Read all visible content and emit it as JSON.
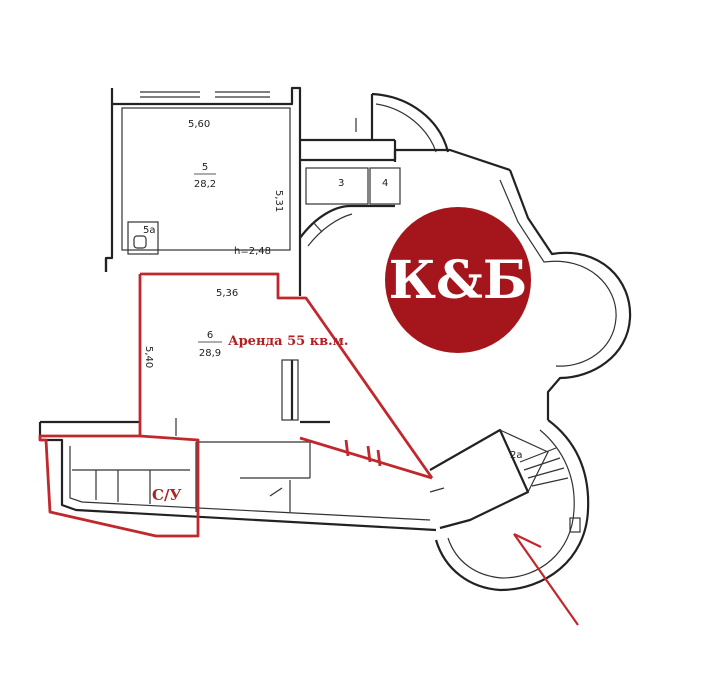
{
  "colors": {
    "accent_red": "#c0282d",
    "logo_fill": "#a5161c",
    "wall": "#222222",
    "background": "#ffffff"
  },
  "logo": {
    "text": "К&Б"
  },
  "rooms": [
    {
      "number": "5",
      "area": "28,2",
      "dim_top": "5,60",
      "dim_side": "5,31",
      "height": "h=2,48"
    },
    {
      "number": "6",
      "area": "28,9",
      "dim_top": "5,36",
      "dim_side": "5,40"
    },
    {
      "number": "3"
    },
    {
      "number": "4"
    },
    {
      "number": "5а"
    },
    {
      "number": "2а"
    }
  ],
  "annotations": {
    "rent_label": "Аренда  55 кв.м.",
    "wc_label": "С/У"
  },
  "icons": [
    "arrow-icon"
  ]
}
